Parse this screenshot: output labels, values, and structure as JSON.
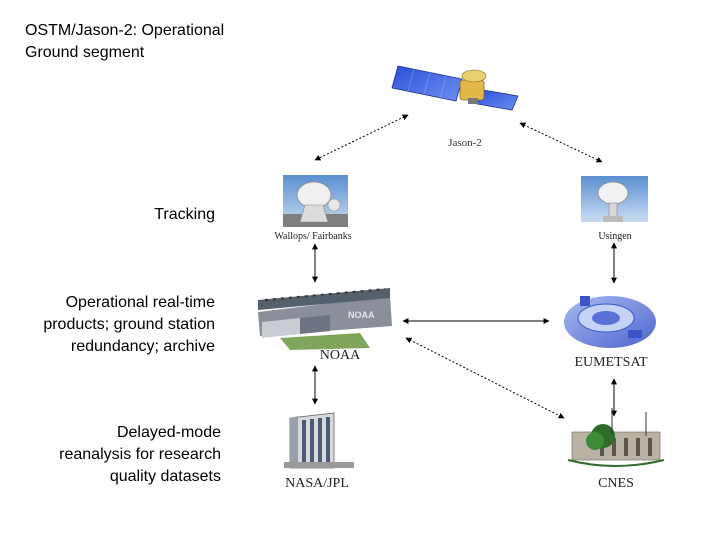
{
  "title": {
    "line1": "OSTM/Jason-2: Operational",
    "line2": "Ground segment"
  },
  "row_labels": {
    "tracking": "Tracking",
    "operational": [
      "Operational real-time",
      "products; ground station",
      "redundancy; archive"
    ],
    "delayed": [
      "Delayed-mode",
      "reanalysis for research",
      "quality datasets"
    ]
  },
  "nodes": {
    "satellite": "Jason-2",
    "station_left": "Wallops/ Fairbanks",
    "station_right": "Usingen",
    "noaa": "NOAA",
    "eumetsat": "EUMETSAT",
    "nasa": "NASA/JPL",
    "cnes": "CNES"
  }
}
